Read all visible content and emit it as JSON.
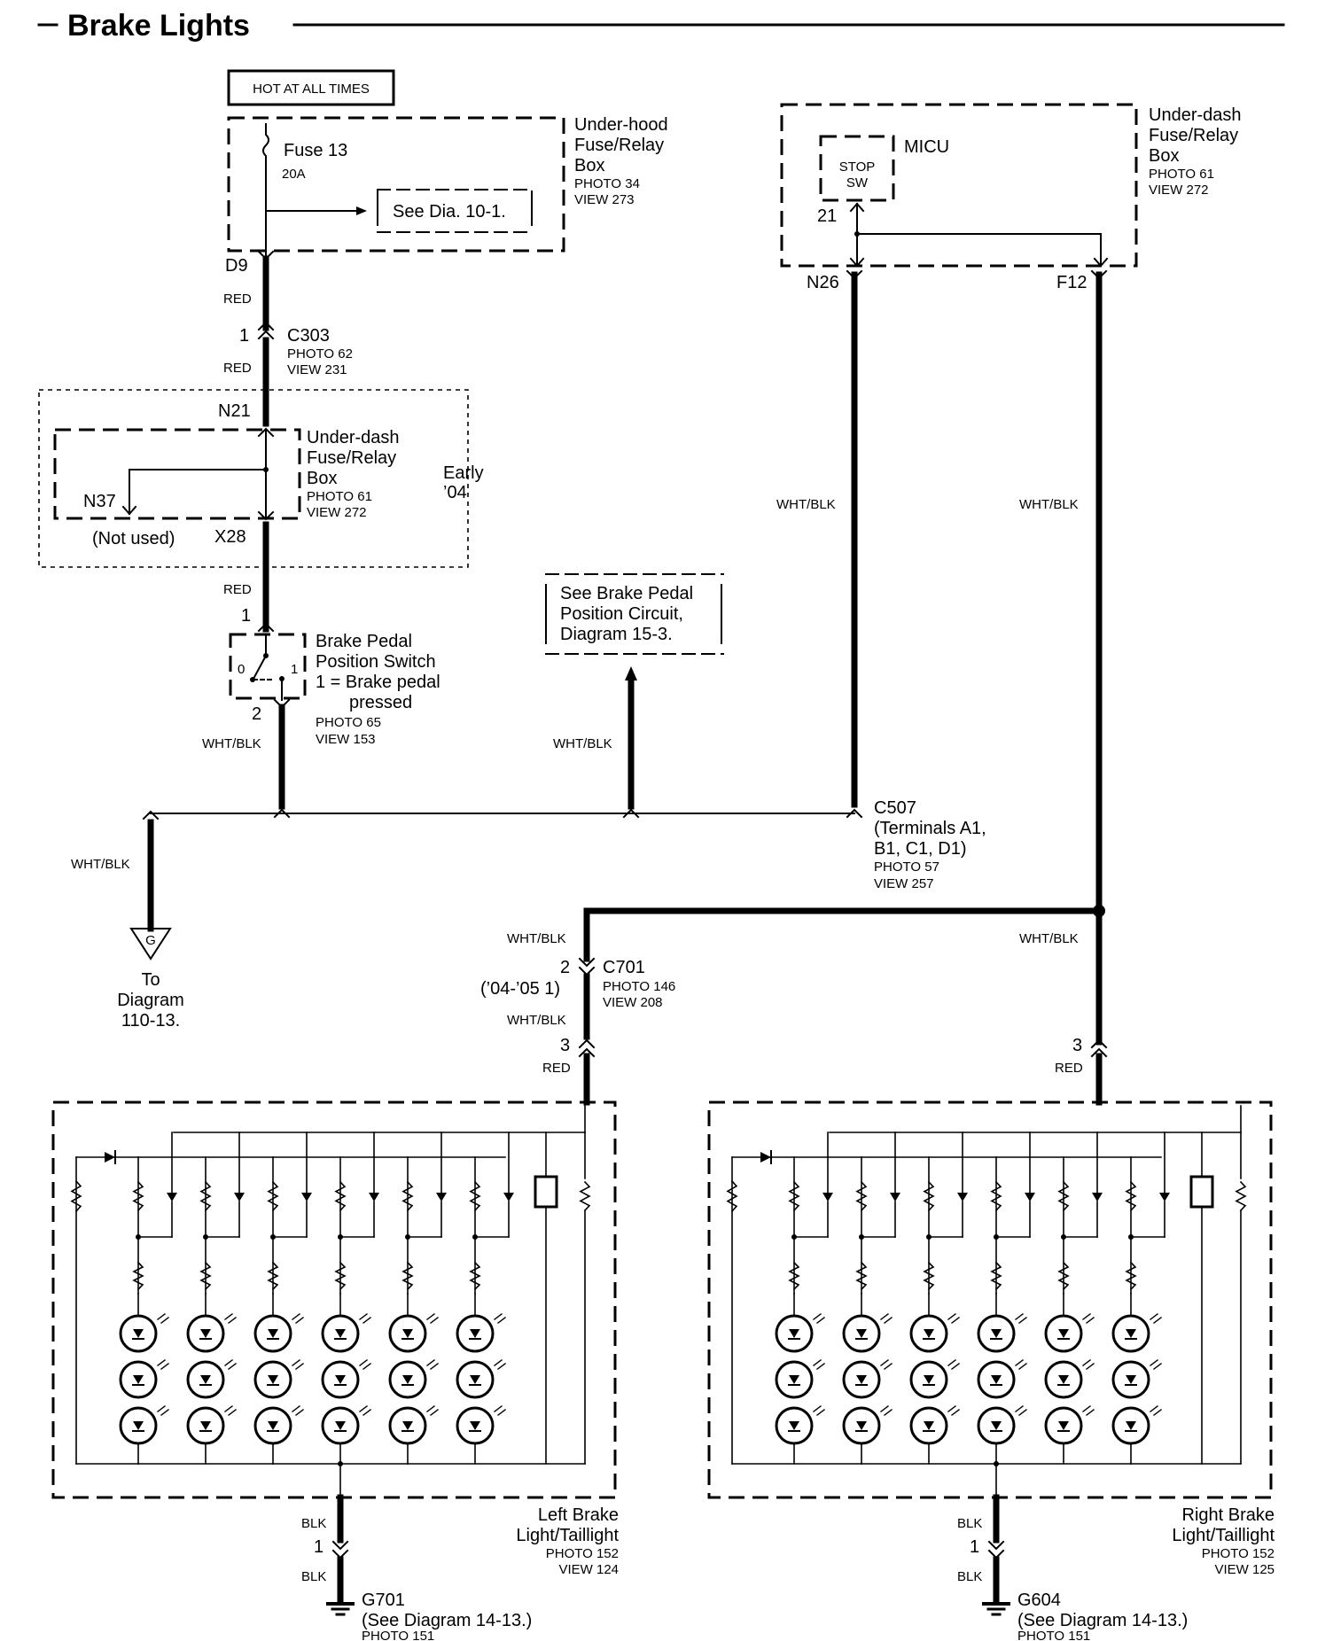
{
  "title": "Brake Lights",
  "hot_at_all_times": "HOT AT ALL TIMES",
  "fuse": {
    "name": "Fuse 13",
    "rating": "20A"
  },
  "see_dia": "See Dia. 10-1.",
  "underhood_box": [
    "Under-hood",
    "Fuse/Relay",
    "Box",
    "PHOTO 34",
    "VIEW 273"
  ],
  "d9": "D9",
  "wire_red": "RED",
  "wire_whtblk": "WHT/BLK",
  "wire_blk": "BLK",
  "c303": {
    "name": "C303",
    "photo": "PHOTO 62",
    "view": "VIEW 231",
    "pin": "1"
  },
  "n21": "N21",
  "underdash_box": [
    "Under-dash",
    "Fuse/Relay",
    "Box",
    "PHOTO 61",
    "VIEW 272"
  ],
  "n37": "N37",
  "not_used": "(Not used)",
  "x28": "X28",
  "early04": [
    "Early",
    "’04"
  ],
  "pin_1": "1",
  "pin_2": "2",
  "pin_3": "3",
  "switch_pos": {
    "zero": "0",
    "one": "1"
  },
  "bpp_switch": [
    "Brake Pedal",
    "Position Switch",
    "1 = Brake pedal",
    "pressed",
    "PHOTO 65",
    "VIEW 153"
  ],
  "see_bpp": [
    "See Brake Pedal",
    "Position  Circuit,",
    "Diagram 15-3."
  ],
  "micu": "MICU",
  "stop_sw": [
    "STOP",
    "SW"
  ],
  "pin_21": "21",
  "underdash_box2": [
    "Under-dash",
    "Fuse/Relay",
    "Box",
    "PHOTO 61",
    "VIEW 272"
  ],
  "n26": "N26",
  "f12": "F12",
  "c507": [
    "C507",
    "(Terminals A1,",
    "B1, C1, D1)",
    "PHOTO 57",
    "VIEW 257"
  ],
  "ground_g": "G",
  "to_diagram": [
    "To",
    "Diagram",
    "110-13."
  ],
  "c701": {
    "name": "C701",
    "years": "(’04-’05 1)",
    "photo": "PHOTO 146",
    "view": "VIEW 208"
  },
  "left_light": [
    "Left Brake",
    "Light/Taillight",
    "PHOTO 152",
    "VIEW 124"
  ],
  "right_light": [
    "Right Brake",
    "Light/Taillight",
    "PHOTO 152",
    "VIEW 125"
  ],
  "g701": [
    "G701",
    "(See Diagram 14-13.)",
    "PHOTO 151"
  ],
  "g604": [
    "G604",
    "(See Diagram 14-13.)",
    "PHOTO 151"
  ]
}
